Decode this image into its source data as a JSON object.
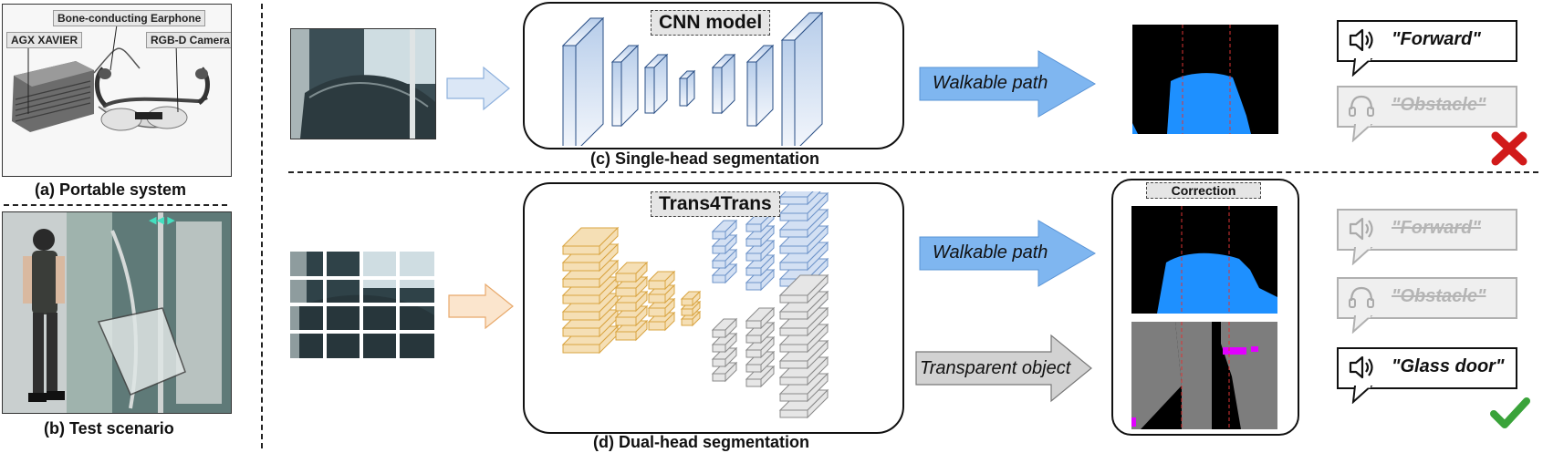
{
  "left_panel": {
    "tags": {
      "earphone": "Bone-conducting Earphone",
      "agx": "AGX XAVIER",
      "camera": "RGB-D Camera"
    },
    "caption_a": "(a) Portable system",
    "caption_b": "(b) Test scenario"
  },
  "top_row": {
    "model_title": "CNN model",
    "arrow_label": "Walkable path",
    "caption": "(c) Single-head segmentation",
    "bubbles": [
      {
        "text": "\"Forward\"",
        "state": "active",
        "icon": "speaker-icon"
      },
      {
        "text": "\"Obstacle\"",
        "state": "disabled",
        "icon": "earphone-icon"
      }
    ],
    "result_mark": "cross-icon"
  },
  "bottom_row": {
    "model_title": "Trans4Trans",
    "arrow_label_1": "Walkable path",
    "arrow_label_2": "Transparent object",
    "correction_label": "Correction",
    "caption": "(d) Dual-head segmentation",
    "bubbles": [
      {
        "text": "\"Forward\"",
        "state": "disabled",
        "icon": "speaker-icon"
      },
      {
        "text": "\"Obstacle\"",
        "state": "disabled",
        "icon": "earphone-icon"
      },
      {
        "text": "\"Glass door\"",
        "state": "active",
        "icon": "speaker-icon"
      }
    ],
    "result_mark": "check-icon"
  },
  "colors": {
    "cnn_fill": "#c9d9ef",
    "trans_orange": "#f5dfb5",
    "trans_blue": "#d3e0f3",
    "trans_gray": "#e6e6e6",
    "walk_arrow": "#7fb6f0",
    "transparent_arrow": "#cfcfcf",
    "segment_blue": "#1e90ff",
    "segment_magenta": "#e100ff",
    "cross": "#d11a1a",
    "check": "#3aa33a"
  }
}
